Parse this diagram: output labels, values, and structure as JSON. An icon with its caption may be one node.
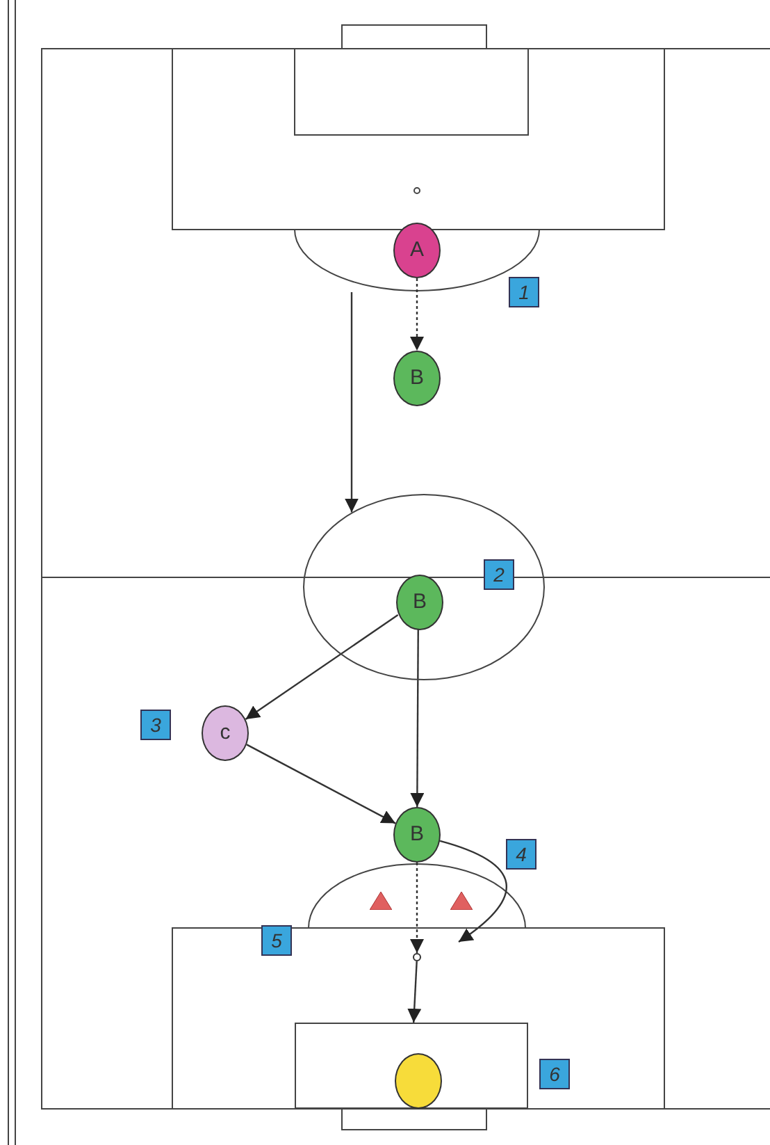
{
  "diagram": {
    "nodes": [
      {
        "text": [
          "A"
        ]
      },
      {
        "text": [
          "B"
        ]
      },
      {
        "text": [],
        "shape": "circle"
      },
      {
        "text": [
          "B"
        ],
        "in": 2
      },
      {
        "text": [
          "c"
        ]
      },
      {
        "text": [
          "B"
        ]
      },
      {
        "text": [],
        "shape": "circle"
      },
      {
        "text": [],
        "shape": "box"
      },
      {
        "text": [],
        "shape": "circle",
        "in": 7
      }
    ],
    "edges": [
      {
        "from": 0,
        "to": 1,
        "arrow": "to",
        "style": "dashed"
      },
      {
        "from": null,
        "to": 2,
        "arrow": "to"
      },
      {
        "from": 3,
        "to": 4,
        "arrow": "to"
      },
      {
        "from": 4,
        "to": 5,
        "arrow": "to"
      },
      {
        "from": 3,
        "to": 5,
        "arrow": "to"
      },
      {
        "from": 5,
        "to": null,
        "arrow": "to"
      },
      {
        "from": 5,
        "to": 6,
        "arrow": "to",
        "style": "dashed"
      },
      {
        "from": 6,
        "to": 7,
        "arrow": "to"
      }
    ],
    "labels": [
      "1",
      "2",
      "3",
      "4",
      "5",
      "6"
    ]
  }
}
